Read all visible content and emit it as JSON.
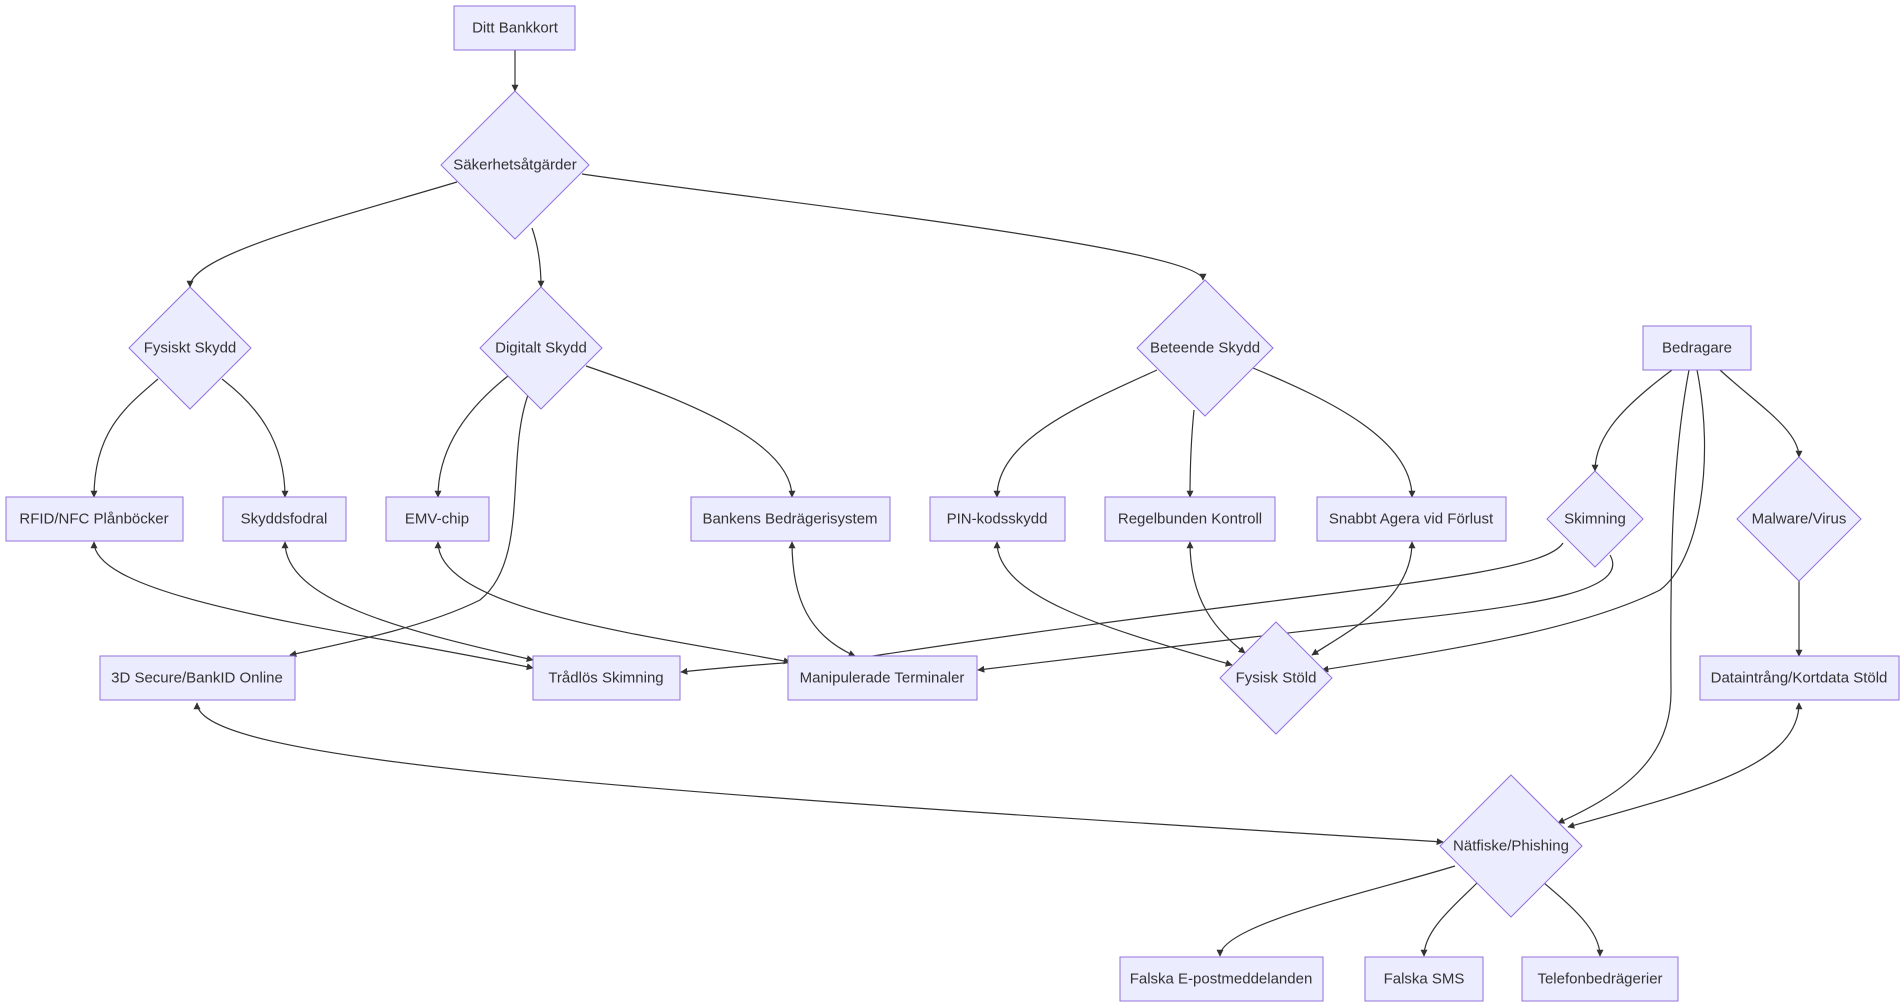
{
  "diagram": {
    "type": "flowchart",
    "colors": {
      "node_fill": "#ECECFF",
      "node_stroke": "#9370DB",
      "edge": "#333333",
      "text": "#333333"
    },
    "nodes": {
      "bankkort": {
        "label": "Ditt Bankkort",
        "shape": "rect"
      },
      "sakerhet": {
        "label": "Säkerhetsåtgärder",
        "shape": "diamond"
      },
      "fysiskt": {
        "label": "Fysiskt Skydd",
        "shape": "diamond"
      },
      "digitalt": {
        "label": "Digitalt Skydd",
        "shape": "diamond"
      },
      "beteende": {
        "label": "Beteende Skydd",
        "shape": "diamond"
      },
      "bedragare": {
        "label": "Bedragare",
        "shape": "rect"
      },
      "rfid": {
        "label": "RFID/NFC Plånböcker",
        "shape": "rect"
      },
      "skyddsfodral": {
        "label": "Skyddsfodral",
        "shape": "rect"
      },
      "emv": {
        "label": "EMV-chip",
        "shape": "rect"
      },
      "bedragerisystem": {
        "label": "Bankens Bedrägerisystem",
        "shape": "rect"
      },
      "pin": {
        "label": "PIN-kodsskydd",
        "shape": "rect"
      },
      "kontroll": {
        "label": "Regelbunden Kontroll",
        "shape": "rect"
      },
      "snabbt": {
        "label": "Snabbt Agera vid Förlust",
        "shape": "rect"
      },
      "skimning": {
        "label": "Skimning",
        "shape": "diamond"
      },
      "malware": {
        "label": "Malware/Virus",
        "shape": "diamond"
      },
      "secure3d": {
        "label": "3D Secure/BankID Online",
        "shape": "rect"
      },
      "tradlos": {
        "label": "Trådlös Skimning",
        "shape": "rect"
      },
      "terminaler": {
        "label": "Manipulerade Terminaler",
        "shape": "rect"
      },
      "stold": {
        "label": "Fysisk Stöld",
        "shape": "diamond"
      },
      "dataintrang": {
        "label": "Dataintrång/Kortdata Stöld",
        "shape": "rect"
      },
      "natfiske": {
        "label": "Nätfiske/Phishing",
        "shape": "diamond"
      },
      "epost": {
        "label": "Falska E-postmeddelanden",
        "shape": "rect"
      },
      "sms": {
        "label": "Falska SMS",
        "shape": "rect"
      },
      "telefon": {
        "label": "Telefonbedrägerier",
        "shape": "rect"
      }
    },
    "edges": [
      {
        "from": "bankkort",
        "to": "sakerhet",
        "arrows": "end"
      },
      {
        "from": "sakerhet",
        "to": "fysiskt",
        "arrows": "end"
      },
      {
        "from": "sakerhet",
        "to": "digitalt",
        "arrows": "end"
      },
      {
        "from": "sakerhet",
        "to": "beteende",
        "arrows": "end"
      },
      {
        "from": "fysiskt",
        "to": "rfid",
        "arrows": "end"
      },
      {
        "from": "fysiskt",
        "to": "skyddsfodral",
        "arrows": "end"
      },
      {
        "from": "digitalt",
        "to": "emv",
        "arrows": "end"
      },
      {
        "from": "digitalt",
        "to": "secure3d",
        "arrows": "end"
      },
      {
        "from": "digitalt",
        "to": "bedragerisystem",
        "arrows": "end"
      },
      {
        "from": "beteende",
        "to": "pin",
        "arrows": "end"
      },
      {
        "from": "beteende",
        "to": "kontroll",
        "arrows": "end"
      },
      {
        "from": "beteende",
        "to": "snabbt",
        "arrows": "end"
      },
      {
        "from": "bedragare",
        "to": "skimning",
        "arrows": "end"
      },
      {
        "from": "bedragare",
        "to": "malware",
        "arrows": "end"
      },
      {
        "from": "bedragare",
        "to": "stold",
        "arrows": "end"
      },
      {
        "from": "bedragare",
        "to": "natfiske",
        "arrows": "end"
      },
      {
        "from": "skimning",
        "to": "tradlos",
        "arrows": "end"
      },
      {
        "from": "skimning",
        "to": "terminaler",
        "arrows": "end"
      },
      {
        "from": "malware",
        "to": "dataintrang",
        "arrows": "end"
      },
      {
        "from": "rfid",
        "to": "tradlos",
        "arrows": "both"
      },
      {
        "from": "skyddsfodral",
        "to": "tradlos",
        "arrows": "both"
      },
      {
        "from": "emv",
        "to": "terminaler",
        "arrows": "both"
      },
      {
        "from": "bedragerisystem",
        "to": "terminaler",
        "arrows": "both"
      },
      {
        "from": "pin",
        "to": "stold",
        "arrows": "both"
      },
      {
        "from": "kontroll",
        "to": "stold",
        "arrows": "both"
      },
      {
        "from": "snabbt",
        "to": "stold",
        "arrows": "both"
      },
      {
        "from": "secure3d",
        "to": "natfiske",
        "arrows": "both"
      },
      {
        "from": "dataintrang",
        "to": "natfiske",
        "arrows": "both"
      },
      {
        "from": "natfiske",
        "to": "epost",
        "arrows": "end"
      },
      {
        "from": "natfiske",
        "to": "sms",
        "arrows": "end"
      },
      {
        "from": "natfiske",
        "to": "telefon",
        "arrows": "end"
      }
    ]
  }
}
